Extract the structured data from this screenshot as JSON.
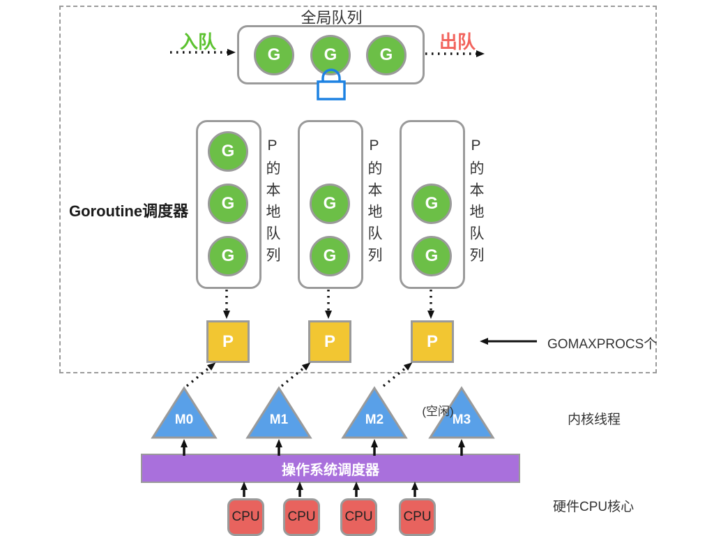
{
  "colors": {
    "goroutine_green": "#6cbf47",
    "processor_yellow": "#f2c632",
    "thread_blue": "#59a0e8",
    "os_purple": "#a970dc",
    "cpu_red": "#e8635e",
    "enqueue_green": "#5cc230",
    "dequeue_red": "#f2635c",
    "lock_blue": "#1d82e2",
    "border_gray": "#9a9a9a"
  },
  "global_queue": {
    "title": "全局队列",
    "enqueue_label": "入队",
    "dequeue_label": "出队",
    "goroutines": [
      "G",
      "G",
      "G"
    ]
  },
  "scheduler": {
    "label": "Goroutine调度器",
    "local_queues": [
      {
        "caption": "P的本地队列",
        "goroutines": [
          "G",
          "G",
          "G"
        ]
      },
      {
        "caption": "P的本地队列",
        "goroutines": [
          "G",
          "G"
        ]
      },
      {
        "caption": "P的本地队列",
        "goroutines": [
          "G",
          "G"
        ]
      }
    ],
    "processors": [
      "P",
      "P",
      "P"
    ],
    "gomaxprocs_label": "GOMAXPROCS个"
  },
  "kernel": {
    "threads": [
      {
        "label": "M0"
      },
      {
        "label": "M1"
      },
      {
        "label": "M2"
      },
      {
        "label": "M3",
        "note": "(空闲)"
      }
    ],
    "row_label": "内核线程"
  },
  "os": {
    "scheduler_label": "操作系统调度器"
  },
  "hardware": {
    "cpus": [
      "CPU",
      "CPU",
      "CPU",
      "CPU"
    ],
    "row_label": "硬件CPU核心"
  }
}
